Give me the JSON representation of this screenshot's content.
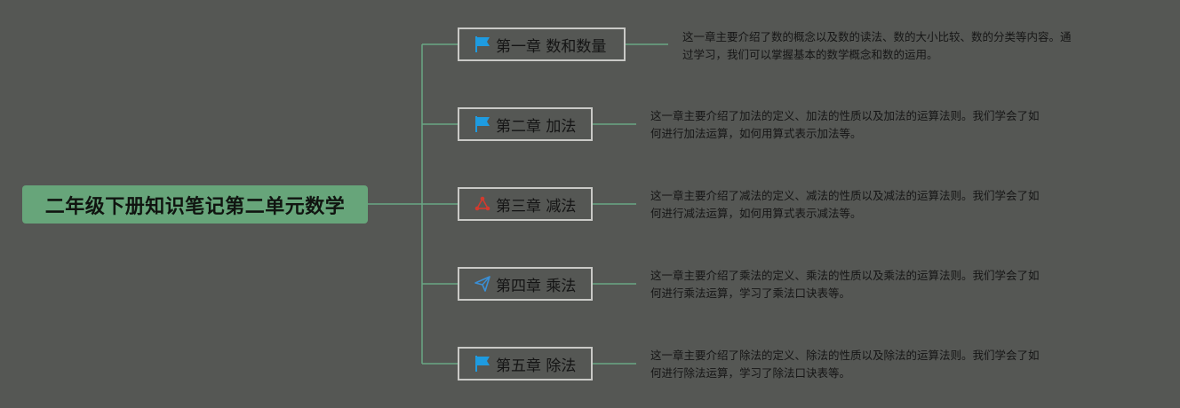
{
  "root": {
    "title": "二年级下册知识笔记第二单元数学"
  },
  "chapters": [
    {
      "title": "第一章 数和数量",
      "icon": "blue-flag-icon",
      "note_line1": "这一章主要介绍了数的概念以及数的读法、数的大小比较、数的分类等内容。通",
      "note_line2": "过学习，我们可以掌握基本的数学概念和数的运用。"
    },
    {
      "title": "第二章 加法",
      "icon": "blue-flag-icon",
      "note_line1": "这一章主要介绍了加法的定义、加法的性质以及加法的运算法则。我们学会了如",
      "note_line2": "何进行加法运算，如何用算式表示加法等。"
    },
    {
      "title": "第三章 减法",
      "icon": "red-network-icon",
      "note_line1": "这一章主要介绍了减法的定义、减法的性质以及减法的运算法则。我们学会了如",
      "note_line2": "何进行减法运算，如何用算式表示减法等。"
    },
    {
      "title": "第四章 乘法",
      "icon": "paper-plane-icon",
      "note_line1": "这一章主要介绍了乘法的定义、乘法的性质以及乘法的运算法则。我们学会了如",
      "note_line2": "何进行乘法运算，学习了乘法口诀表等。"
    },
    {
      "title": "第五章 除法",
      "icon": "blue-flag-icon",
      "note_line1": "这一章主要介绍了除法的定义、除法的性质以及除法的运算法则。我们学会了如",
      "note_line2": "何进行除法运算，学习了除法口诀表等。"
    }
  ],
  "colors": {
    "background": "#555754",
    "root_fill": "#67a57a",
    "connector": "#6aa784",
    "chapter_border": "#c9c9c6",
    "flag_blue": "#1e9be0",
    "icon_red": "#d23a2e",
    "plane_blue": "#3a8fd6"
  }
}
